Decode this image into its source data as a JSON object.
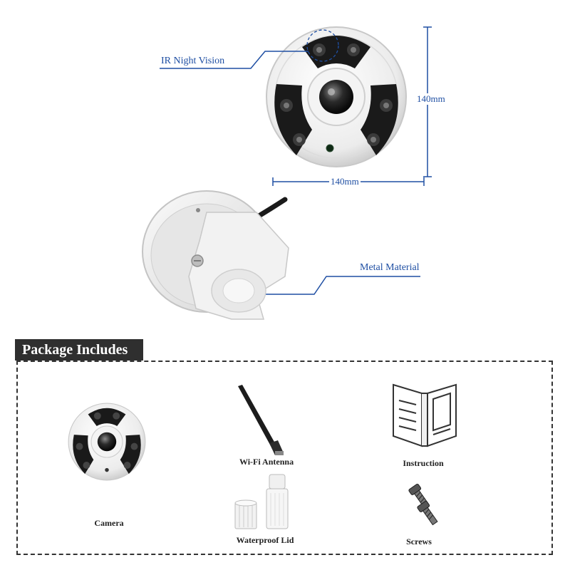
{
  "callouts": {
    "ir_night_vision": "IR Night Vision",
    "metal_material": "Metal Material"
  },
  "dimensions": {
    "height": "140mm",
    "width": "140mm"
  },
  "package": {
    "title": "Package Includes",
    "items": {
      "camera": "Camera",
      "antenna": "Wi-Fi Antenna",
      "instruction": "Instruction",
      "lid": "Waterproof Lid",
      "screws": "Screws"
    }
  },
  "colors": {
    "callout_blue": "#1f4fa3",
    "title_bg": "#2f2f2f",
    "camera_white": "#f3f3f3",
    "camera_dark": "#1a1a1a"
  },
  "icons": [
    "camera-front-image",
    "camera-back-image",
    "antenna-icon",
    "instruction-book-icon",
    "waterproof-lid-icon",
    "screws-icon"
  ]
}
